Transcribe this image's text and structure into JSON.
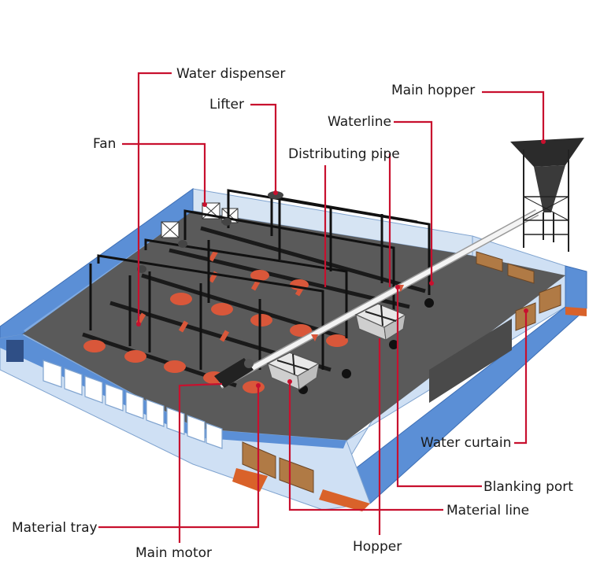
{
  "labels": {
    "water_dispenser": "Water dispenser",
    "main_hopper": "Main hopper",
    "lifter": "Lifter",
    "waterline": "Waterline",
    "fan": "Fan",
    "distributing_pipe": "Distributing pipe",
    "water_curtain": "Water curtain",
    "blanking_port": "Blanking port",
    "material_line": "Material line",
    "material_tray": "Material tray",
    "main_motor": "Main motor",
    "hopper": "Hopper"
  },
  "colors": {
    "leader_line": "#c8102e",
    "wall_blue": "#5b8fd6",
    "wall_light": "#cfe0f4",
    "floor": "#5a5a5a",
    "pipe": "#f2f2f2",
    "tray": "#d9573a",
    "frame": "#111111",
    "vent": "#9a6a3c"
  }
}
